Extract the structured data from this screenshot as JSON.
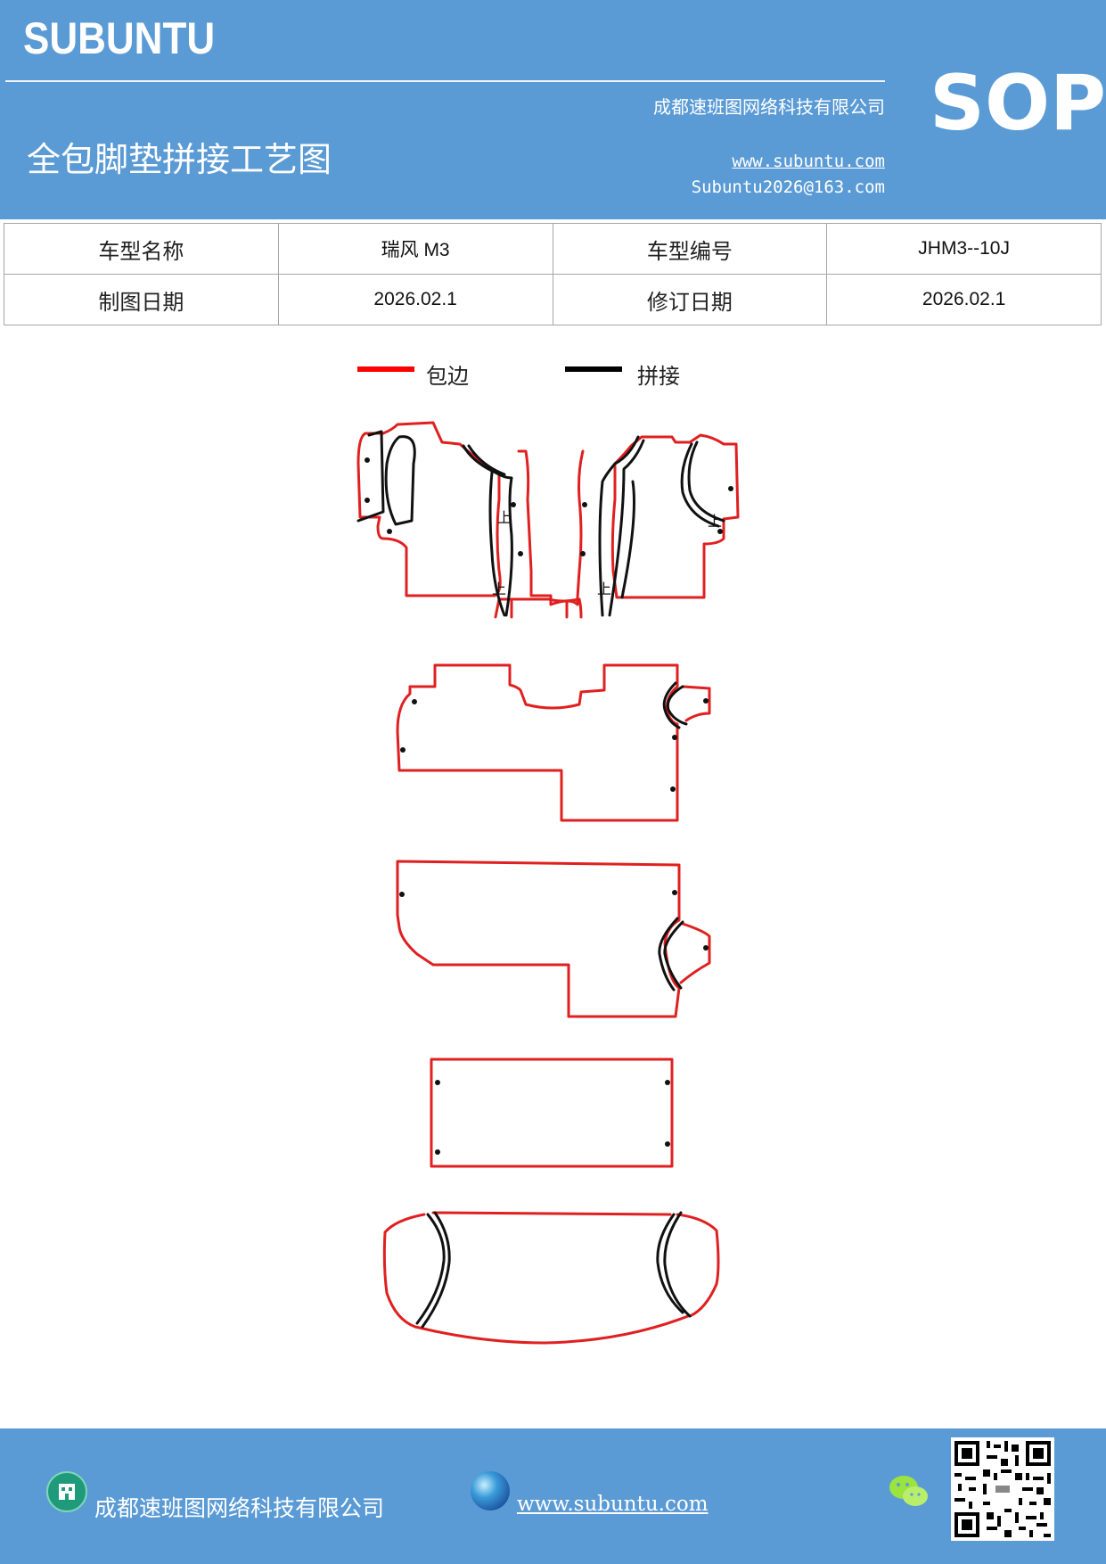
{
  "header": {
    "brand": "SUBUNTU",
    "company": "成都速班图网络科技有限公司",
    "title": "全包脚垫拼接工艺图",
    "website": "www.subuntu.com",
    "email": "Subuntu2026@163.com",
    "badge": "SOP"
  },
  "info_table": {
    "model_name_label": "车型名称",
    "model_name_value": "瑞风 M3",
    "model_code_label": "车型编号",
    "model_code_value": "JHM3--10J",
    "draw_date_label": "制图日期",
    "draw_date_value": "2026.02.1",
    "revise_date_label": "修订日期",
    "revise_date_value": "2026.02.1"
  },
  "legend": {
    "edge_label": "包边",
    "edge_color": "#ff0000",
    "seam_label": "拼接",
    "seam_color": "#000000"
  },
  "drawing": {
    "marks": [
      "上",
      "上",
      "上",
      "上"
    ]
  },
  "footer": {
    "company": "成都速班图网络科技有限公司",
    "website": "www.subuntu.com ",
    "icons": [
      "building-icon",
      "globe-icon",
      "wechat-icon",
      "qr-code"
    ]
  }
}
